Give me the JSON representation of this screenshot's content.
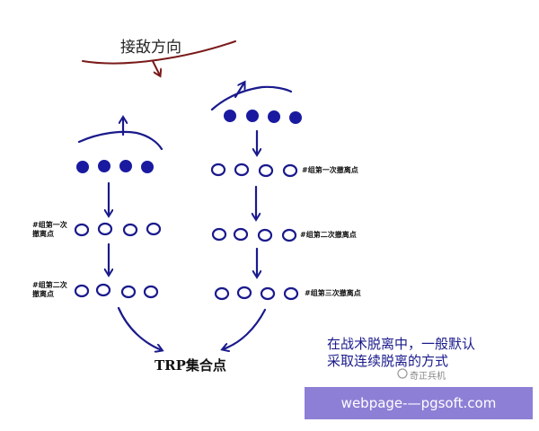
{
  "header": {
    "enemy_direction": "接敌方向"
  },
  "left_column": {
    "label_first_line1": "#组第一次",
    "label_first_line2": "撤离点",
    "label_second_line1": "#组第二次",
    "label_second_line2": "撤离点"
  },
  "right_column": {
    "label_first": "#组第一次撤离点",
    "label_second": "#组第二次撤离点",
    "label_third": "#组第三次撤离点"
  },
  "rally": {
    "label": "TRP集合点"
  },
  "note": {
    "line1": "在战术脱离中，一般默认",
    "line2": "采取连续脱离的方式"
  },
  "watermark": {
    "text": "奇正兵机"
  },
  "banner": {
    "text": "webpage-—pgsoft.com"
  },
  "colors": {
    "ink_blue": "#1a1a8c",
    "ink_red": "#7a1a1a",
    "banner_bg": "#8e7fd6"
  }
}
